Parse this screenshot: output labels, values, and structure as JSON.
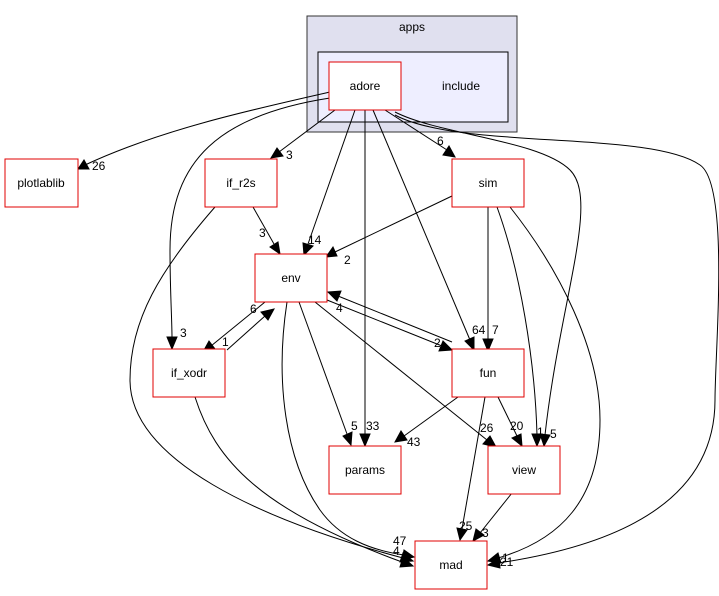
{
  "cluster": {
    "title": "apps",
    "inner_label": "include"
  },
  "nodes": {
    "adore": "adore",
    "plotlablib": "plotlablib",
    "if_r2s": "if_r2s",
    "sim": "sim",
    "env": "env",
    "if_xodr": "if_xodr",
    "fun": "fun",
    "params": "params",
    "view": "view",
    "mad": "mad"
  },
  "edges": [
    {
      "from": "adore",
      "to": "plotlablib",
      "label": "26"
    },
    {
      "from": "adore",
      "to": "if_r2s",
      "label": "3"
    },
    {
      "from": "adore",
      "to": "sim",
      "label": "6"
    },
    {
      "from": "adore",
      "to": "env",
      "label": "14"
    },
    {
      "from": "adore",
      "to": "if_xodr",
      "label": "3"
    },
    {
      "from": "adore",
      "to": "params",
      "label": "33"
    },
    {
      "from": "adore",
      "to": "fun",
      "label": "64"
    },
    {
      "from": "adore",
      "to": "view",
      "label": "5"
    },
    {
      "from": "adore",
      "to": "mad",
      "label": "21"
    },
    {
      "from": "if_r2s",
      "to": "env",
      "label": "3"
    },
    {
      "from": "if_r2s",
      "to": "mad",
      "label": "4"
    },
    {
      "from": "sim",
      "to": "env",
      "label": "2"
    },
    {
      "from": "sim",
      "to": "fun",
      "label": "7"
    },
    {
      "from": "sim",
      "to": "view",
      "label": "1"
    },
    {
      "from": "sim",
      "to": "mad",
      "label": "1"
    },
    {
      "from": "env",
      "to": "if_xodr",
      "label": "1"
    },
    {
      "from": "if_xodr",
      "to": "env",
      "label": "6"
    },
    {
      "from": "env",
      "to": "fun",
      "label": "2"
    },
    {
      "from": "fun",
      "to": "env",
      "label": "4"
    },
    {
      "from": "env",
      "to": "params",
      "label": "5"
    },
    {
      "from": "env",
      "to": "view",
      "label": "26"
    },
    {
      "from": "env",
      "to": "mad",
      "label": "47"
    },
    {
      "from": "if_xodr",
      "to": "mad",
      "label": "4"
    },
    {
      "from": "fun",
      "to": "params",
      "label": "43"
    },
    {
      "from": "fun",
      "to": "view",
      "label": "20"
    },
    {
      "from": "fun",
      "to": "mad",
      "label": "25"
    },
    {
      "from": "view",
      "to": "mad",
      "label": "3"
    }
  ],
  "colors": {
    "node_border": "#e00000",
    "cluster_outer_fill": "#e0e0ef",
    "cluster_inner_fill": "#eeeeff",
    "edge": "#000000"
  }
}
